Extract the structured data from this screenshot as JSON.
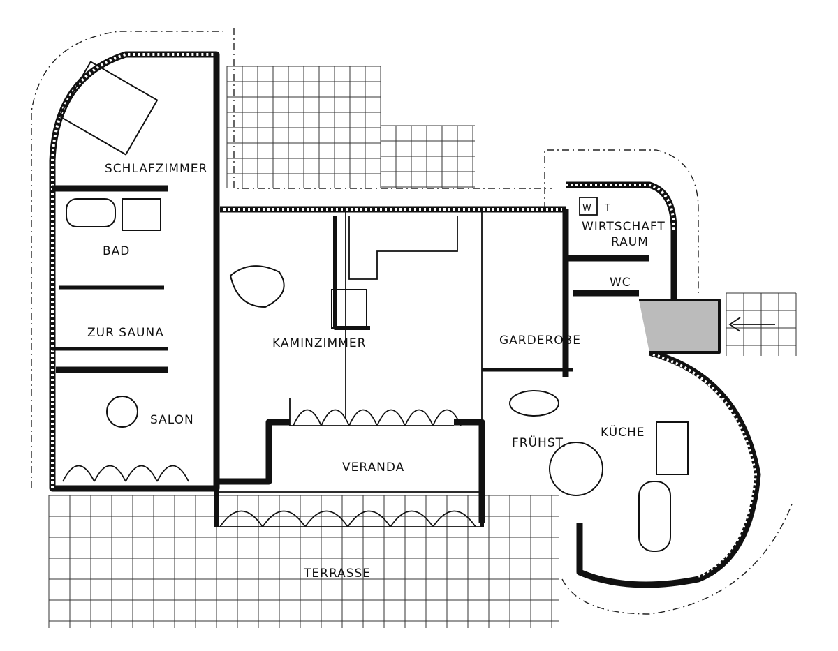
{
  "plan": {
    "rooms": {
      "schlafzimmer": "SCHLAFZIMMER",
      "bad": "BAD",
      "sauna": "ZUR SAUNA",
      "salon": "SALON",
      "kaminzimmer": "KAMINZIMMER",
      "garderobe": "GARDEROBE",
      "wirtschaftraum_1": "WIRTSCHAFT",
      "wirtschaftraum_2": "RAUM",
      "wc": "WC",
      "kueche": "KÜCHE",
      "fruehstueck": "FRÜHST.",
      "veranda": "VERANDA",
      "terrasse": "TERRASSE"
    },
    "appliances": {
      "washer": "W",
      "dryer": "T"
    }
  }
}
